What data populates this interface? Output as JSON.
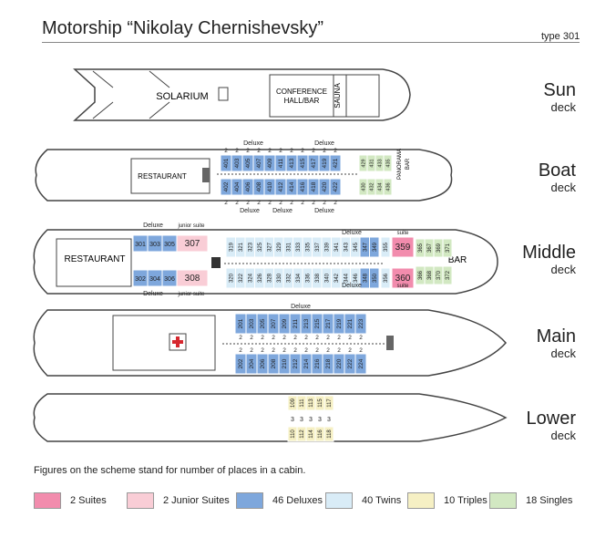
{
  "title": "Motorship “Nikolay Chernishevsky”",
  "type_label": "type 301",
  "note": "Figures on the scheme stand for number of places in a cabin.",
  "colors": {
    "suite": "#f28cad",
    "junior": "#f9cdd6",
    "deluxe": "#7ea7dc",
    "twin": "#d9ecf7",
    "triple": "#f6f0c4",
    "single": "#d2e8c2",
    "outline": "#444444"
  },
  "decks": {
    "sun": {
      "name": "Sun",
      "word": "deck",
      "solarium": "SOLARIUM",
      "conference_line1": "CONFERENCE",
      "conference_line2": "HALL/BAR",
      "sauna": "SAUNA"
    },
    "boat": {
      "name": "Boat",
      "word": "deck",
      "restaurant": "RESTAURANT",
      "panorama_line1": "PANORAMA",
      "panorama_line2": "BAR",
      "deluxe_top": [
        "Deluxe",
        "Deluxe"
      ],
      "deluxe_bottom": [
        "Deluxe",
        "Deluxe",
        "Deluxe"
      ],
      "top_cabins": [
        "401",
        "403",
        "405",
        "407",
        "409",
        "411",
        "413",
        "415",
        "417",
        "419",
        "421"
      ],
      "bottom_cabins": [
        "402",
        "404",
        "406",
        "408",
        "410",
        "412",
        "414",
        "416",
        "418",
        "420",
        "422"
      ],
      "top_places": [
        "2",
        "2",
        "2",
        "2",
        "2",
        "2",
        "2",
        "2",
        "2",
        "2",
        "2"
      ],
      "bottom_places": [
        "2",
        "2",
        "2",
        "2",
        "2",
        "2",
        "2",
        "2",
        "2",
        "2",
        "2"
      ],
      "single_top": [
        "429",
        "431",
        "433",
        "435"
      ],
      "single_bottom": [
        "430",
        "432",
        "434",
        "436"
      ]
    },
    "middle": {
      "name": "Middle",
      "word": "deck",
      "restaurant": "RESTAURANT",
      "bar": "BAR",
      "deluxe_left_top": "Deluxe",
      "junior_top": "junior suite",
      "deluxe_left_bottom": "Deluxe",
      "junior_bottom": "junior suite",
      "deluxe_mid_top": "Deluxe",
      "deluxe_mid_bottom": "Deluxe",
      "suite_top": "suite",
      "suite_bottom": "suite",
      "left_top": [
        "301",
        "303",
        "305"
      ],
      "left_bottom": [
        "302",
        "304",
        "306"
      ],
      "junior_top_cabin": "307",
      "junior_bottom_cabin": "308",
      "top_cabins": [
        "319",
        "321",
        "323",
        "325",
        "327",
        "329",
        "331",
        "333",
        "335",
        "337",
        "339",
        "341",
        "343",
        "345",
        "347",
        "349"
      ],
      "bottom_cabins": [
        "320",
        "322",
        "324",
        "326",
        "328",
        "330",
        "332",
        "334",
        "336",
        "338",
        "340",
        "342",
        "344",
        "346",
        "348",
        "350"
      ],
      "twin_top": "355",
      "twin_bottom": "356",
      "suite_top_cabin": "359",
      "suite_bottom_cabin": "360",
      "single_top": [
        "365",
        "367",
        "369",
        "371"
      ],
      "single_bottom": [
        "366",
        "368",
        "370",
        "372"
      ]
    },
    "main": {
      "name": "Main",
      "word": "deck",
      "deluxe_label": "Deluxe",
      "top_cabins": [
        "201",
        "203",
        "205",
        "207",
        "209",
        "211",
        "213",
        "215",
        "217",
        "219",
        "221",
        "223"
      ],
      "bottom_cabins": [
        "202",
        "204",
        "206",
        "208",
        "210",
        "212",
        "214",
        "216",
        "218",
        "220",
        "222",
        "224"
      ],
      "top_places": [
        "2",
        "2",
        "2",
        "2",
        "2",
        "2",
        "2",
        "2",
        "2",
        "2",
        "2",
        "2"
      ],
      "bottom_places": [
        "2",
        "2",
        "2",
        "2",
        "2",
        "2",
        "2",
        "2",
        "2",
        "2",
        "2",
        "2"
      ]
    },
    "lower": {
      "name": "Lower",
      "word": "deck",
      "top_cabins": [
        "109",
        "111",
        "113",
        "115",
        "117"
      ],
      "bottom_cabins": [
        "110",
        "112",
        "114",
        "116",
        "118"
      ],
      "places": [
        "3",
        "3",
        "3",
        "3",
        "3"
      ]
    }
  },
  "legend": [
    {
      "label": "2 Suites",
      "color": "#f28cad"
    },
    {
      "label": "2 Junior Suites",
      "color": "#f9cdd6"
    },
    {
      "label": "46 Deluxes",
      "color": "#7ea7dc"
    },
    {
      "label": "40 Twins",
      "color": "#d9ecf7"
    },
    {
      "label": "10 Triples",
      "color": "#f6f0c4"
    },
    {
      "label": "18 Singles",
      "color": "#d2e8c2"
    }
  ]
}
